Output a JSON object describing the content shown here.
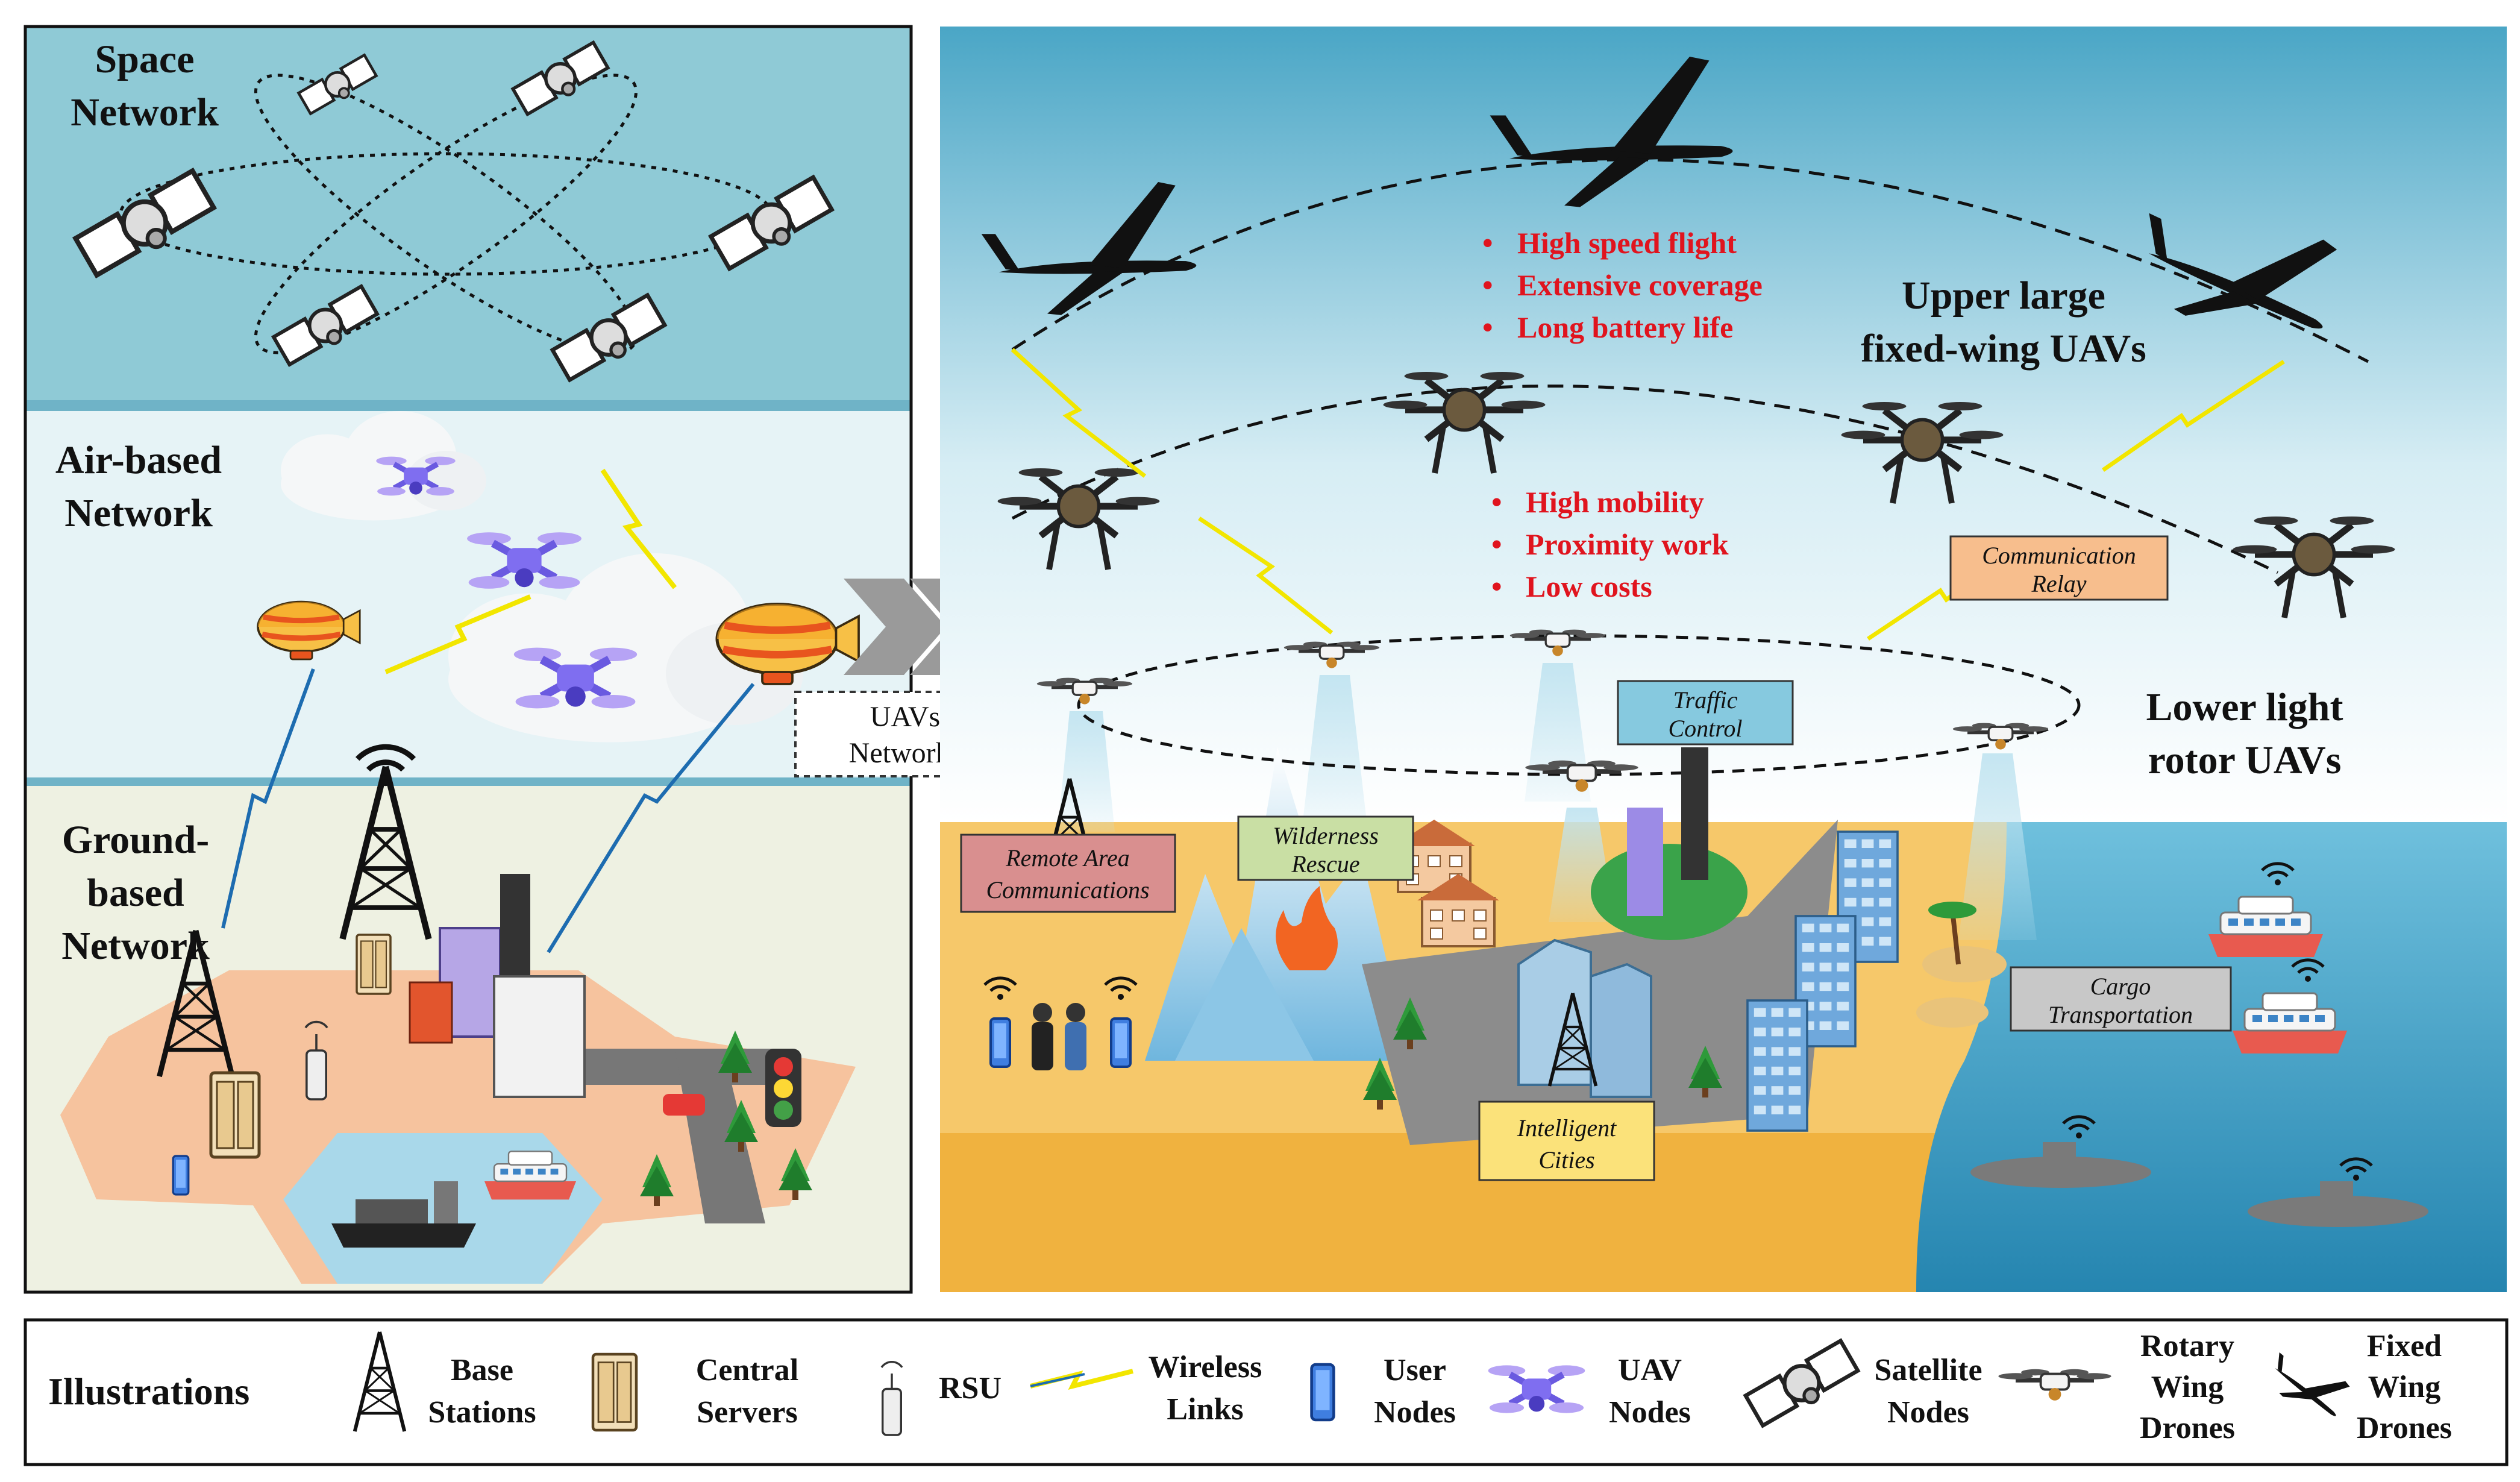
{
  "left_panel": {
    "space_label_line1": "Space",
    "space_label_line2": "Network",
    "air_label_line1": "Air-based",
    "air_label_line2": "Network",
    "ground_label_line1": "Ground-",
    "ground_label_line2": "based",
    "ground_label_line3": "Network"
  },
  "transition": {
    "label_line1": "UAVs",
    "label_line2": "Networks"
  },
  "right_panel": {
    "upper_title_line1": "Upper large",
    "upper_title_line2": "fixed-wing UAVs",
    "lower_title_line1": "Lower light",
    "lower_title_line2": "rotor UAVs",
    "upper_features": [
      "High speed flight",
      "Extensive coverage",
      "Long battery life"
    ],
    "lower_features": [
      "High mobility",
      "Proximity work",
      "Low costs"
    ],
    "applications": {
      "communication_relay_1": "Communication",
      "communication_relay_2": "Relay",
      "traffic_control_1": "Traffic",
      "traffic_control_2": "Control",
      "wilderness_rescue_1": "Wilderness",
      "wilderness_rescue_2": "Rescue",
      "remote_area_1": "Remote Area",
      "remote_area_2": "Communications",
      "cargo_1": "Cargo",
      "cargo_2": "Transportation",
      "intelligent_cities_1": "Intelligent",
      "intelligent_cities_2": "Cities"
    },
    "bullet_glyph": "•"
  },
  "legend": {
    "title": "Illustrations",
    "base_1": "Base",
    "base_2": "Stations",
    "central_1": "Central",
    "central_2": "Servers",
    "rsu": "RSU",
    "wireless_1": "Wireless",
    "wireless_2": "Links",
    "user_1": "User",
    "user_2": "Nodes",
    "uav_1": "UAV",
    "uav_2": "Nodes",
    "satellite_1": "Satellite",
    "satellite_2": "Nodes",
    "rotary_1": "Rotary",
    "rotary_2": "Wing",
    "rotary_3": "Drones",
    "fixed_1": "Fixed",
    "fixed_2": "Wing",
    "fixed_3": "Drones"
  },
  "colors": {
    "space_bg": "#8fcad6",
    "air_bg": "#e6f3f6",
    "ground_bg": "#eef1e2",
    "sky_top": "#4aa6c6",
    "land": "#f6c86a",
    "sea": "#2e8fb8",
    "feature_red": "#e0141e",
    "lightning": "#f2e600",
    "box_pink": "#d98f8f",
    "box_green": "#c9dfa4",
    "box_blue": "#86c9df",
    "box_orange": "#f7be8d",
    "box_grey": "#c8c8c8",
    "box_yellow": "#fbe27a"
  }
}
